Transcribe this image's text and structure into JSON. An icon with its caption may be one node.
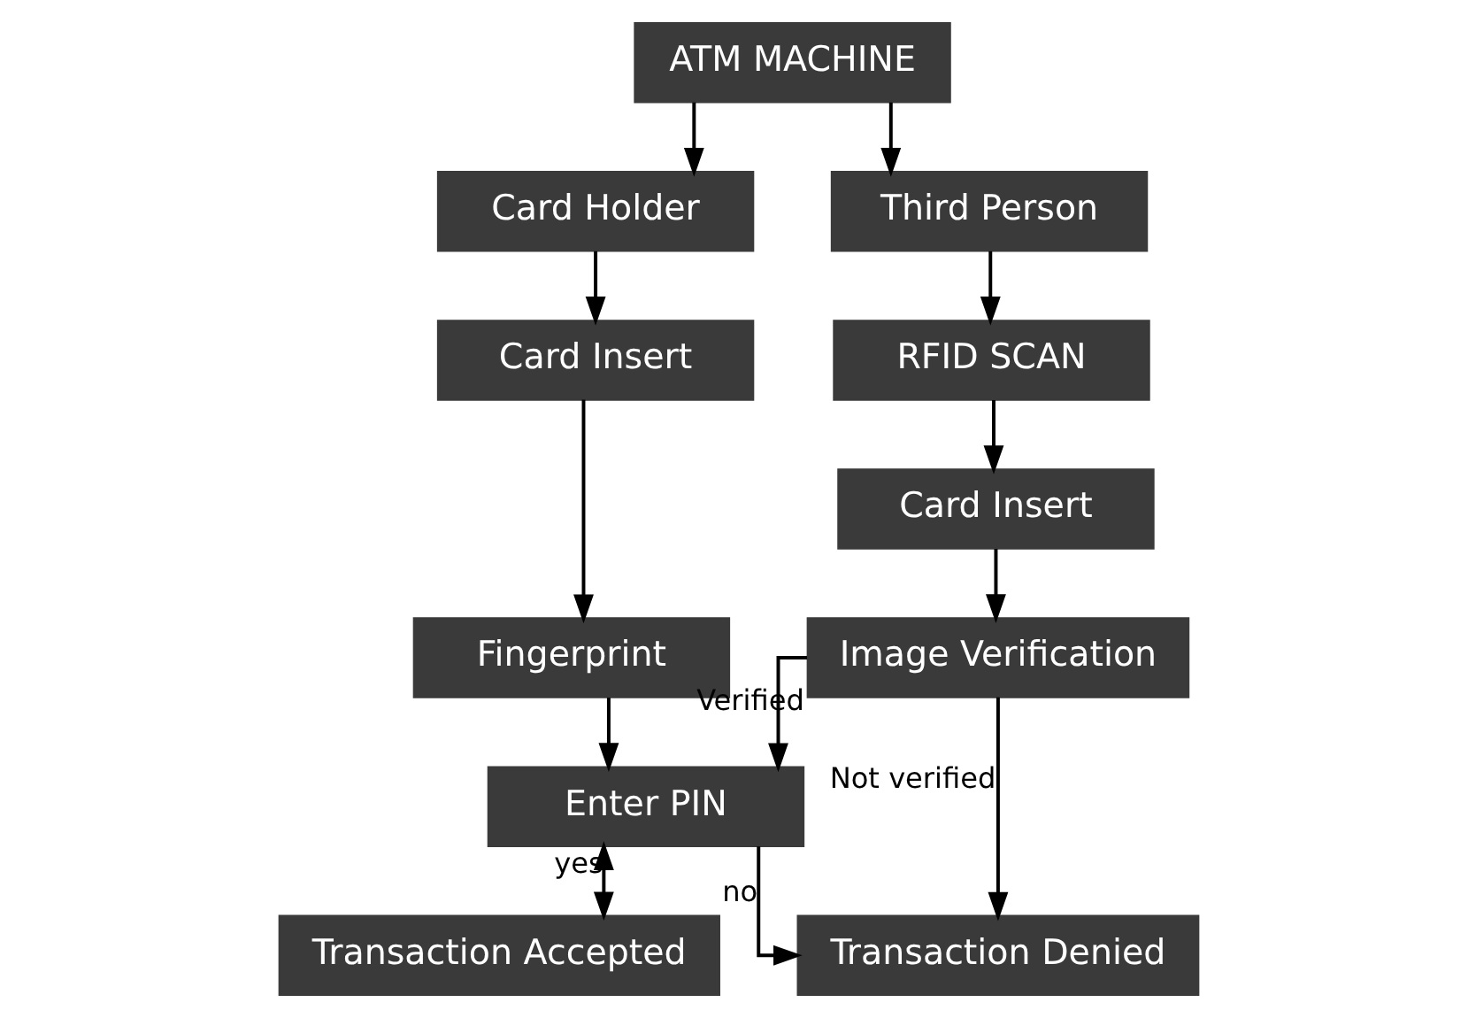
{
  "diagram": {
    "nodes": [
      {
        "text": [
          "ATM MACHINE"
        ]
      },
      {
        "text": [
          "Card Holder"
        ]
      },
      {
        "text": [
          "Third Person"
        ]
      },
      {
        "text": [
          "Card Insert"
        ]
      },
      {
        "text": [
          "RFID SCAN"
        ]
      },
      {
        "text": [
          "Fingerprint"
        ]
      },
      {
        "text": [
          "Card Insert"
        ]
      },
      {
        "text": [
          "Image Verification"
        ]
      },
      {
        "text": [
          "Enter PIN"
        ]
      },
      {
        "text": [
          "Transaction Accepted"
        ]
      },
      {
        "text": [
          "Transaction Denied"
        ]
      }
    ],
    "edges": [
      {
        "from": 0,
        "to": 1,
        "arrow": "to"
      },
      {
        "from": 0,
        "to": 2,
        "arrow": "to"
      },
      {
        "from": 1,
        "to": 3,
        "arrow": "to"
      },
      {
        "from": 3,
        "to": 5,
        "arrow": "to"
      },
      {
        "from": 5,
        "to": 8,
        "arrow": "to"
      },
      {
        "from": 2,
        "to": 4,
        "arrow": "to"
      },
      {
        "from": 4,
        "to": 6,
        "arrow": "to"
      },
      {
        "from": 6,
        "to": 7,
        "arrow": "to"
      },
      {
        "from": 7,
        "to": 8,
        "arrow": "to",
        "label": "Verified"
      },
      {
        "from": 8,
        "to": 9,
        "arrow": "both",
        "label": "yes"
      },
      {
        "from": 8,
        "to": 10,
        "arrow": "to",
        "label": "no"
      },
      {
        "from": 7,
        "to": 10,
        "arrow": "to",
        "label": "Not verified"
      }
    ]
  }
}
